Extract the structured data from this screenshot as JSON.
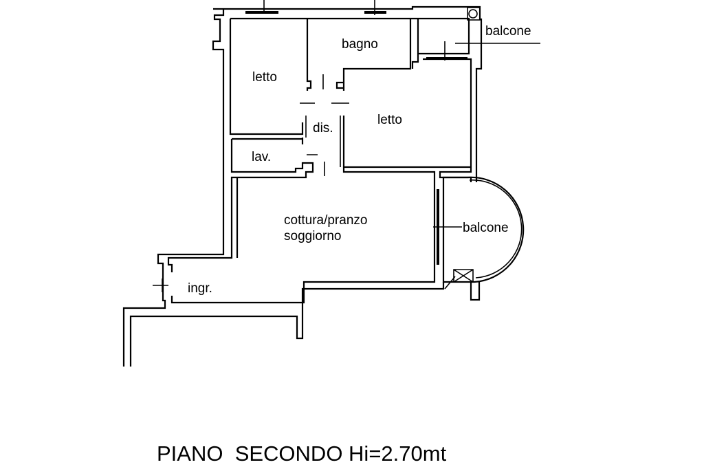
{
  "plan": {
    "rooms": {
      "letto_1": "letto",
      "bagno": "bagno",
      "balcone_top": "balcone",
      "letto_2": "letto",
      "dis": "dis.",
      "lav": "lav.",
      "living_1": "cottura/pranzo",
      "living_2": "soggiorno",
      "balcone_round": "balcone",
      "ingr": "ingr."
    },
    "title": "PIANO  SECONDO Hi=2.70mt"
  }
}
